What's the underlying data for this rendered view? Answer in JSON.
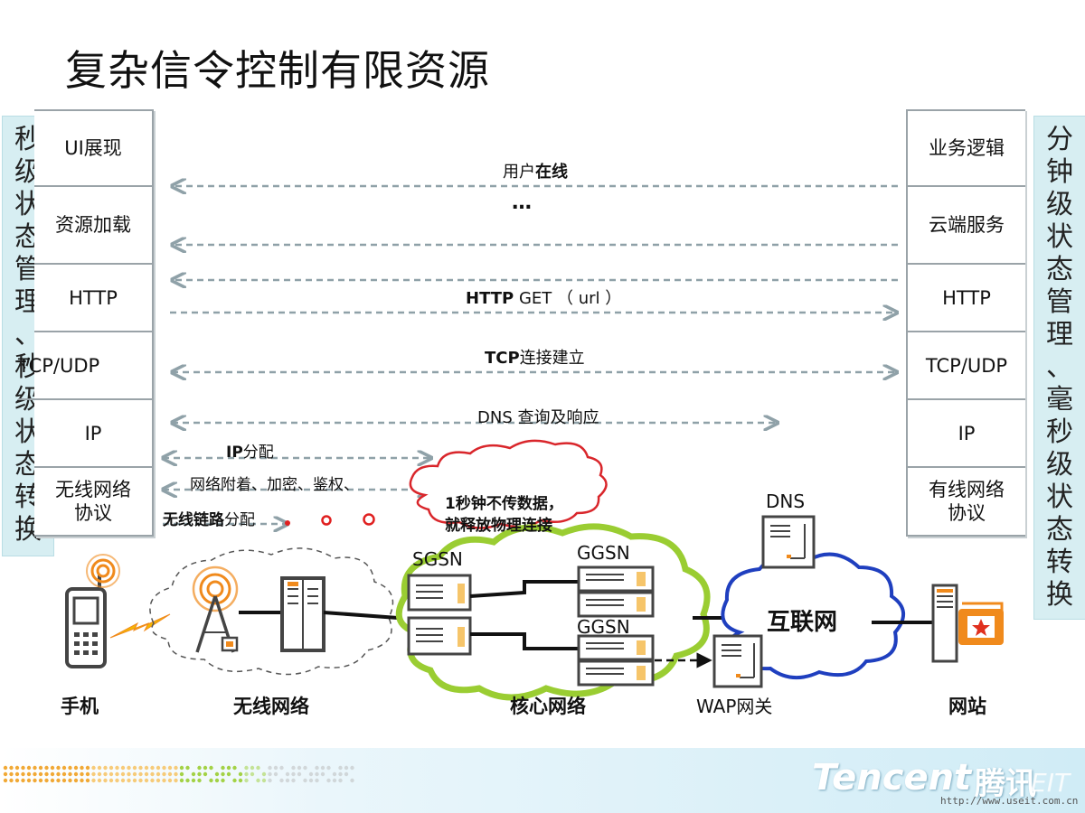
{
  "title": "复杂信令控制有限资源",
  "left_sidebar": "秒级状态管理、秒级状态转换",
  "right_sidebar": "分钟级状态管理、毫秒级状态转换",
  "left_stack": [
    "UI展现",
    "资源加载",
    "HTTP",
    "TCP/UDP",
    "IP",
    "无线网络\n协议"
  ],
  "right_stack": [
    "业务逻辑",
    "云端服务",
    "HTTP",
    "TCP/UDP",
    "IP",
    "有线网络\n协议"
  ],
  "arrows": {
    "user_online_prefix": "用户",
    "user_online_bold": "在线",
    "ellipsis": "…",
    "http_bold": "HTTP",
    "http_rest": " GET （ url ）",
    "tcp_bold": "TCP",
    "tcp_rest": "连接建立",
    "dns": "DNS 查询及响应",
    "ip_bold": "IP",
    "ip_rest": "分配",
    "attach": "网络附着、加密、鉴权、",
    "link_bold": "无线链路",
    "link_rest": "分配"
  },
  "cloud_note": [
    "1秒钟不传数据，",
    "就释放物理连接"
  ],
  "nodes": {
    "sgsn": "SGSN",
    "ggsn1": "GGSN",
    "ggsn2": "GGSN",
    "dns": "DNS",
    "internet": "互联网",
    "wap": "WAP网关"
  },
  "captions": [
    "手机",
    "无线网络",
    "核心网络",
    "网站"
  ],
  "footer": {
    "brand": "Tencent",
    "brand_cn": "腾讯",
    "brand_suffix": "EIT",
    "url": "http://www.useit.com.cn"
  },
  "colors": {
    "arrow": "#8fa1a8",
    "sidebar": "#d7eef2",
    "core_cloud": "#9acd32",
    "internet_cloud": "#1f3fbf",
    "note_cloud": "#d9262b",
    "orange": "#f08a1c"
  }
}
